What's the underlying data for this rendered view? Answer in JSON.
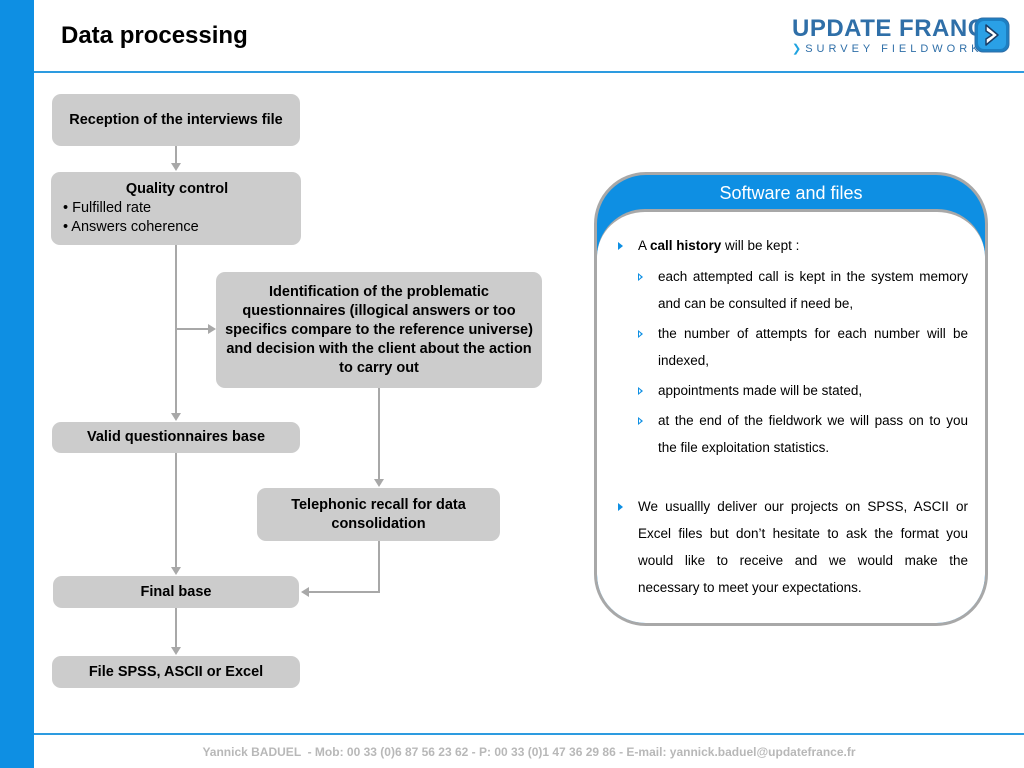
{
  "header": {
    "title": "Data processing"
  },
  "logo": {
    "main": "UPDATE FRANCE",
    "sub": "SURVEY FIELDWORK",
    "icon": "chevron-right-icon"
  },
  "colors": {
    "accent": "#0e8fe3",
    "box": "#cccccc",
    "arrow": "#a8a8a8"
  },
  "flow": {
    "reception": "Reception of the interviews file",
    "quality": {
      "title": "Quality control",
      "items": [
        "• Fulfilled rate",
        "• Answers coherence"
      ]
    },
    "identification": "Identification of the problematic questionnaires (illogical answers or too specifics compare to the reference universe) and decision with the client about the action to carry out",
    "valid": "Valid questionnaires base",
    "recall": "Telephonic recall for data consolidation",
    "final": "Final base",
    "file": "File SPSS, ASCII or Excel"
  },
  "panel": {
    "title": "Software and files",
    "bullet1": {
      "pre": "A ",
      "bold": "call history",
      "post": " will be kept :"
    },
    "subitems": [
      "each attempted call is kept in the system memory and can be consulted if need be,",
      "the number of attempts for each number will be indexed,",
      "appointments made will be stated,",
      "at the end of the fieldwork we will pass on to you the file exploitation statistics."
    ],
    "bullet2": "We usuallly deliver our projects on SPSS, ASCII or Excel files but don’t hesitate to ask the format you would like to receive and we would make the necessary to meet your expectations."
  },
  "footer": {
    "text": "Yannick BADUEL  - Mob: 00 33 (0)6 87 56 23 62 - P: 00 33 (0)1 47 36 29 86 - E-mail: yannick.baduel@updatefrance.fr"
  }
}
